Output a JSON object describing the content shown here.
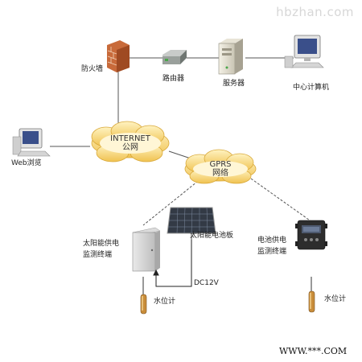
{
  "watermark": "hbzhan.com",
  "nodes": {
    "firewall": "防火墙",
    "router": "路由器",
    "server": "服务器",
    "central_pc": "中心计算机",
    "web_browse": "Web浏览",
    "internet_line1": "INTERNET",
    "internet_line2": "公网",
    "gprs_line1": "GPRS",
    "gprs_line2": "网络",
    "solar_panel": "太阳能电池板",
    "solar_terminal_line1": "太阳能供电",
    "solar_terminal_line2": "监测终端",
    "battery_terminal_line1": "电池供电",
    "battery_terminal_line2": "监测终端",
    "dc_label": "DC12V",
    "water_gauge_left": "水位计",
    "water_gauge_right": "水位计"
  },
  "footer": "WWW.***.COM"
}
